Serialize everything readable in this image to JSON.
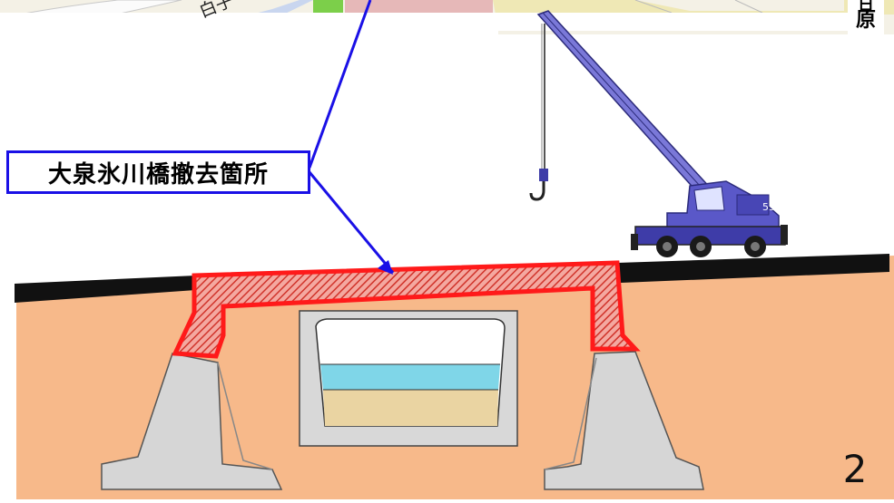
{
  "callout": {
    "label": "大泉氷川橋撤去箇所"
  },
  "page": {
    "number": "2"
  },
  "corner_label": {
    "text": "日原"
  },
  "map_strip": {
    "text": "白子"
  },
  "colors": {
    "soil": "#f7b98a",
    "road": "#111111",
    "demolition_outline": "#ff1a1a",
    "demolition_hatch": "#e24a3a",
    "leader_line": "#1a10e6",
    "concrete": "#d4d4d4",
    "culvert_water": "#7fd6e8",
    "culvert_sediment": "#ead4a2",
    "crane_body": "#5a58c8"
  },
  "icons": [
    "crane-icon",
    "crane-hook-icon"
  ]
}
